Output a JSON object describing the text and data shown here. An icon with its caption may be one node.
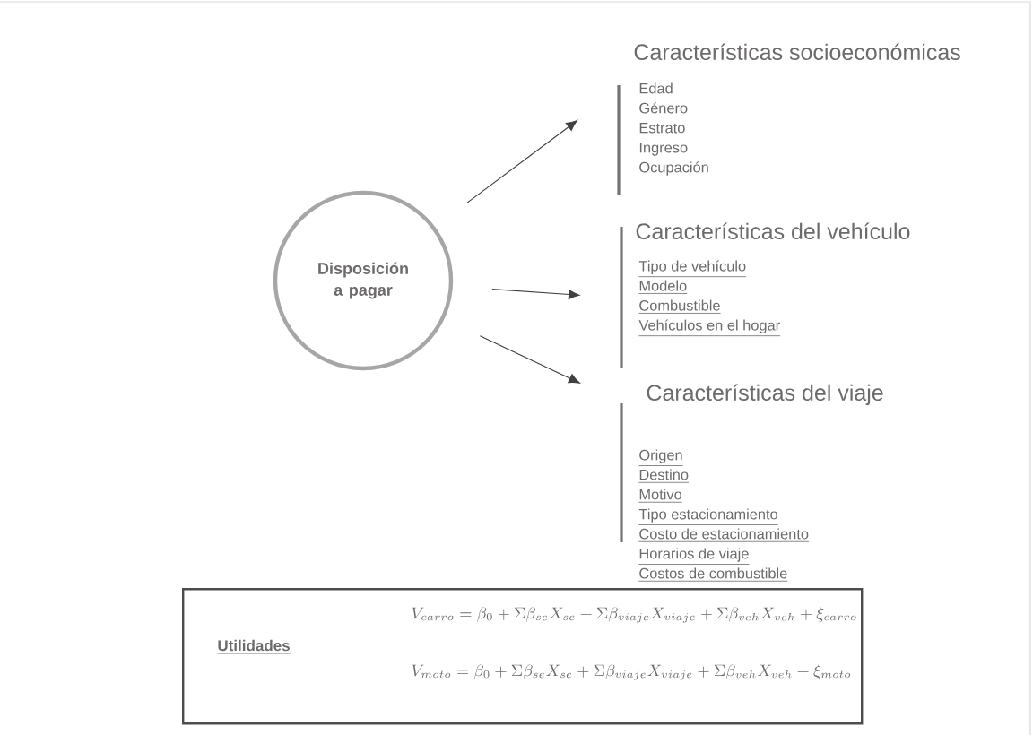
{
  "diagram": {
    "nodes": [
      {
        "text": [
          "Disposición a pagar"
        ]
      },
      {
        "text": [
          "Características socioeconómicas",
          "Edad",
          "Género",
          "Estrato",
          "Ingreso",
          "Ocupación"
        ]
      },
      {
        "text": [
          "Características del vehículo",
          "Tipo de vehículo",
          "Modelo",
          "Combustible",
          "Vehículos en el hogar"
        ]
      },
      {
        "text": [
          "Características del viaje",
          "Origen",
          "Destino",
          "Motivo",
          "Tipo estacionamiento",
          "Costo de estacionamiento",
          "Horarios de viaje",
          "Costos de combustible"
        ]
      },
      {
        "text": [
          "Utilidades",
          "V_{carro} = \\beta_0 + \\Sigma\\beta_{se}X_{se} + \\Sigma\\beta_{viaje}X_{viaje} + \\Sigma\\beta_{veh}X_{veh} + \\xi_{carro}",
          "V_{moto} = \\beta_0 + \\Sigma\\beta_{se}X_{se} + \\Sigma\\beta_{viaje}X_{viaje} + \\Sigma\\beta_{veh}X_{veh} + \\xi_{moto}"
        ]
      }
    ],
    "edges": [
      {
        "from": 0,
        "to": 1,
        "arrow": "to"
      },
      {
        "from": 0,
        "to": 2,
        "arrow": "to"
      },
      {
        "from": 0,
        "to": 3,
        "arrow": "to"
      }
    ]
  }
}
